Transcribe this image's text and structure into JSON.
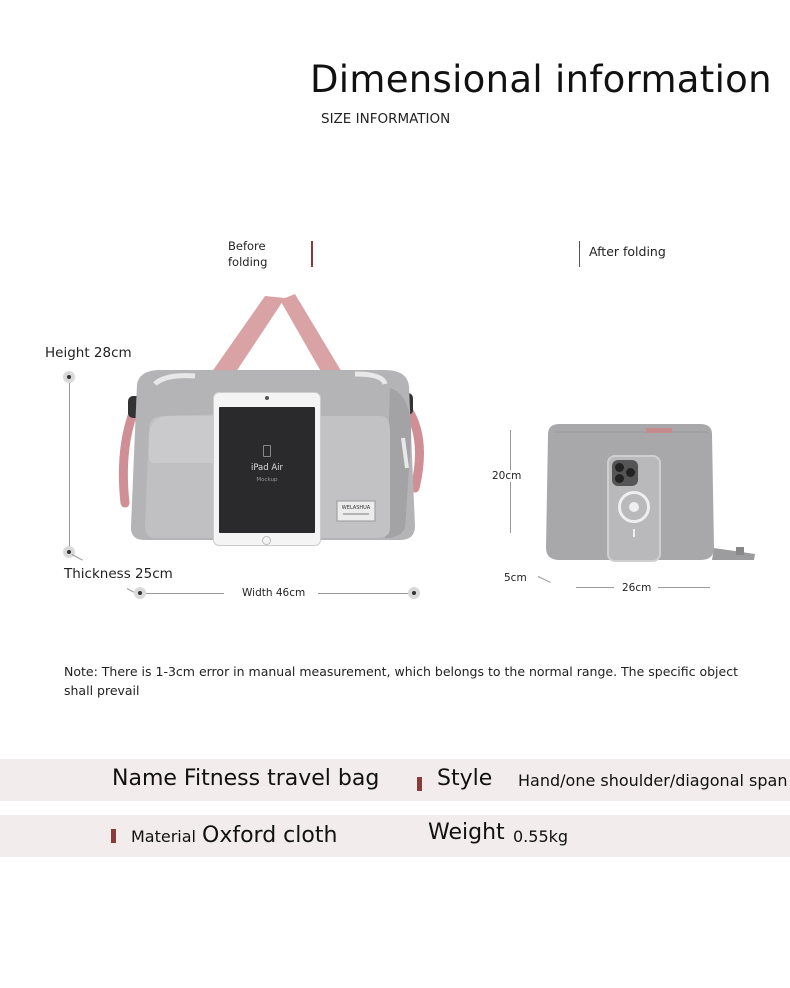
{
  "header": {
    "title": "Dimensional information",
    "subtitle": "SIZE INFORMATION"
  },
  "views": {
    "before_label_line1": "Before",
    "before_label_line2": "folding",
    "after_label": "After folding"
  },
  "bag_dimensions": {
    "height": "Height 28cm",
    "thickness": "Thickness 25cm",
    "width": "Width 46cm"
  },
  "tablet": {
    "label": "iPad Air",
    "sublabel": "Mockup"
  },
  "bag_tag": "WELASHUA",
  "folded_dimensions": {
    "height": "20cm",
    "depth": "5cm",
    "width": "26cm"
  },
  "note": "Note: There is 1-3cm error in manual measurement, which belongs to the normal range. The specific object shall prevail",
  "specs": {
    "name_label": "Name",
    "name_value": "Fitness travel bag",
    "style_label": "Style",
    "style_value": "Hand/one shoulder/diagonal span",
    "material_label": "Material",
    "material_value": "Oxford cloth",
    "weight_label": "Weight",
    "weight_value": "0.55kg"
  },
  "colors": {
    "bag_gray": "#a7a7a9",
    "strap_pink": "#d9a3a6",
    "accent_brown": "#8a3a3a",
    "spec_row_bg": "#f3ecec"
  }
}
